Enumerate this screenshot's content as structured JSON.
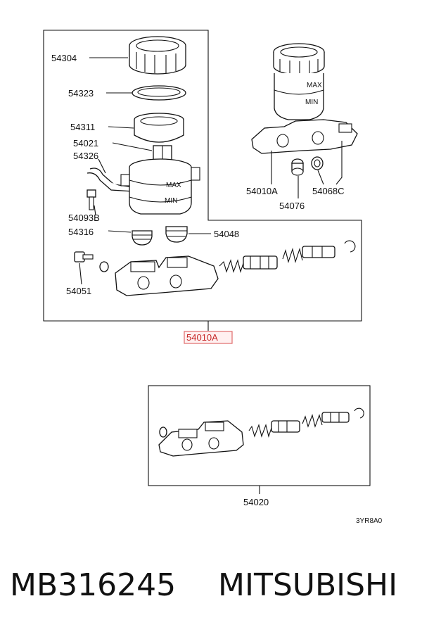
{
  "callouts": {
    "c54304": "54304",
    "c54323": "54323",
    "c54311": "54311",
    "c54021": "54021",
    "c54326": "54326",
    "c54093B": "54093B",
    "c54316": "54316",
    "c54048": "54048",
    "c54051": "54051",
    "c54010A_right": "54010A",
    "c54076": "54076",
    "c54068C": "54068C",
    "c54010A_main": "54010A",
    "c54020": "54020"
  },
  "diagram_code": "3YR8A0",
  "reservoir_marks": {
    "max": "MAX",
    "min": "MIN"
  },
  "footer": {
    "part_number": "MB316245",
    "brand": "MITSUBISHI"
  },
  "colors": {
    "highlight_text": "#c62828",
    "highlight_border": "#e06a6a",
    "ink": "#111111"
  }
}
